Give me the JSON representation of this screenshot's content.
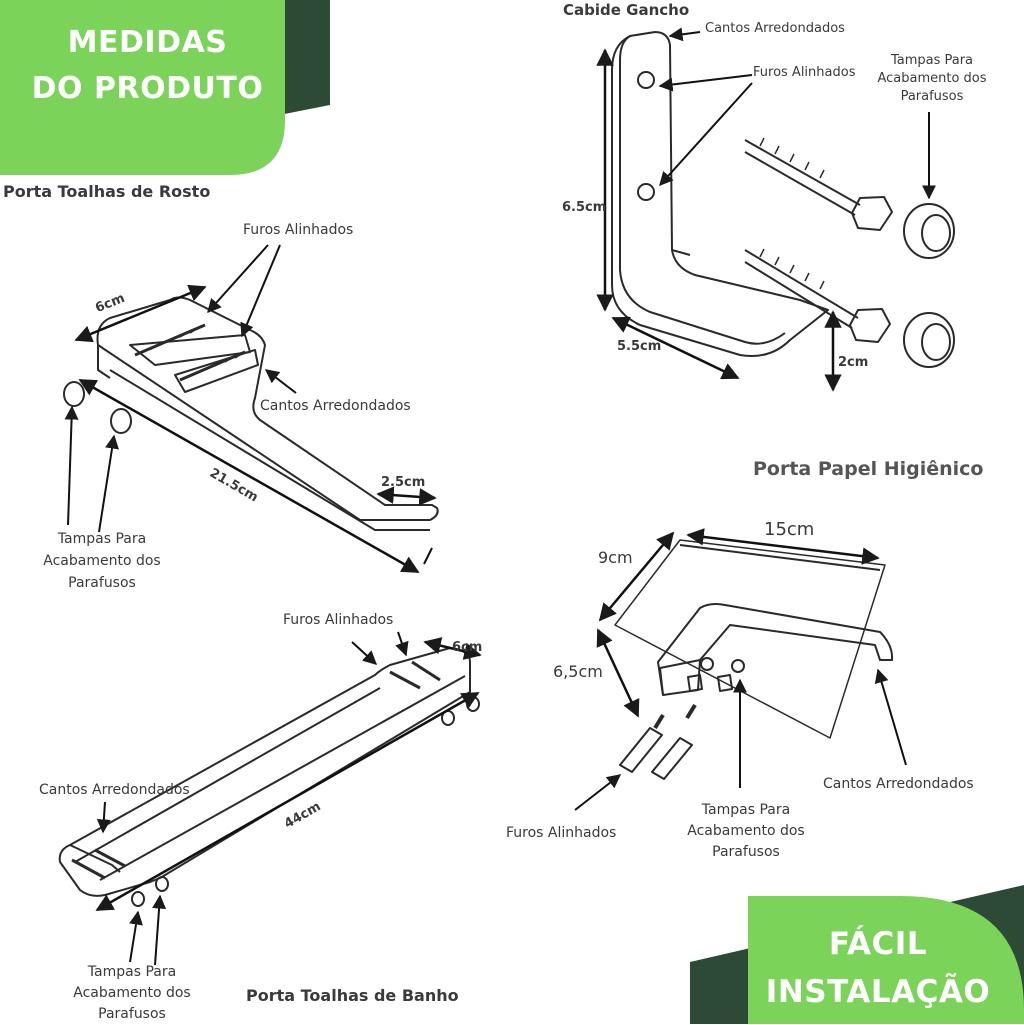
{
  "colors": {
    "badge_green": "#7bd35a",
    "dark_green": "#2c4a35",
    "line": "#2a2a2a"
  },
  "badges": {
    "top_line1": "MEDIDAS",
    "top_line2": "DO PRODUTO",
    "bottom_line1": "FÁCIL",
    "bottom_line2": "INSTALAÇÃO"
  },
  "sections": {
    "face_towel": {
      "title": "Porta Toalhas de Rosto",
      "furos": "Furos Alinhados",
      "cantos": "Cantos Arredondados",
      "tampas_1": "Tampas Para",
      "tampas_2": "Acabamento dos",
      "tampas_3": "Parafusos",
      "dim_width": "6cm",
      "dim_length": "21.5cm",
      "dim_end": "2.5cm"
    },
    "hook": {
      "title": "Cabide Gancho",
      "cantos": "Cantos Arredondados",
      "furos": "Furos Alinhados",
      "tampas_1": "Tampas Para",
      "tampas_2": "Acabamento dos",
      "tampas_3": "Parafusos",
      "dim_height": "6.5cm",
      "dim_depth": "5.5cm",
      "dim_width": "2cm"
    },
    "toilet_paper": {
      "title": "Porta Papel Higiênico",
      "dim_width": "15cm",
      "dim_depth": "9cm",
      "dim_height": "6,5cm",
      "cantos": "Cantos Arredondados",
      "furos": "Furos Alinhados",
      "tampas_1": "Tampas Para",
      "tampas_2": "Acabamento dos",
      "tampas_3": "Parafusos"
    },
    "bath_towel": {
      "title": "Porta Toalhas de Banho",
      "furos": "Furos Alinhados",
      "cantos": "Cantos Arredondados",
      "tampas_1": "Tampas Para",
      "tampas_2": "Acabamento dos",
      "tampas_3": "Parafusos",
      "dim_width": "6cm",
      "dim_length": "44cm"
    }
  }
}
